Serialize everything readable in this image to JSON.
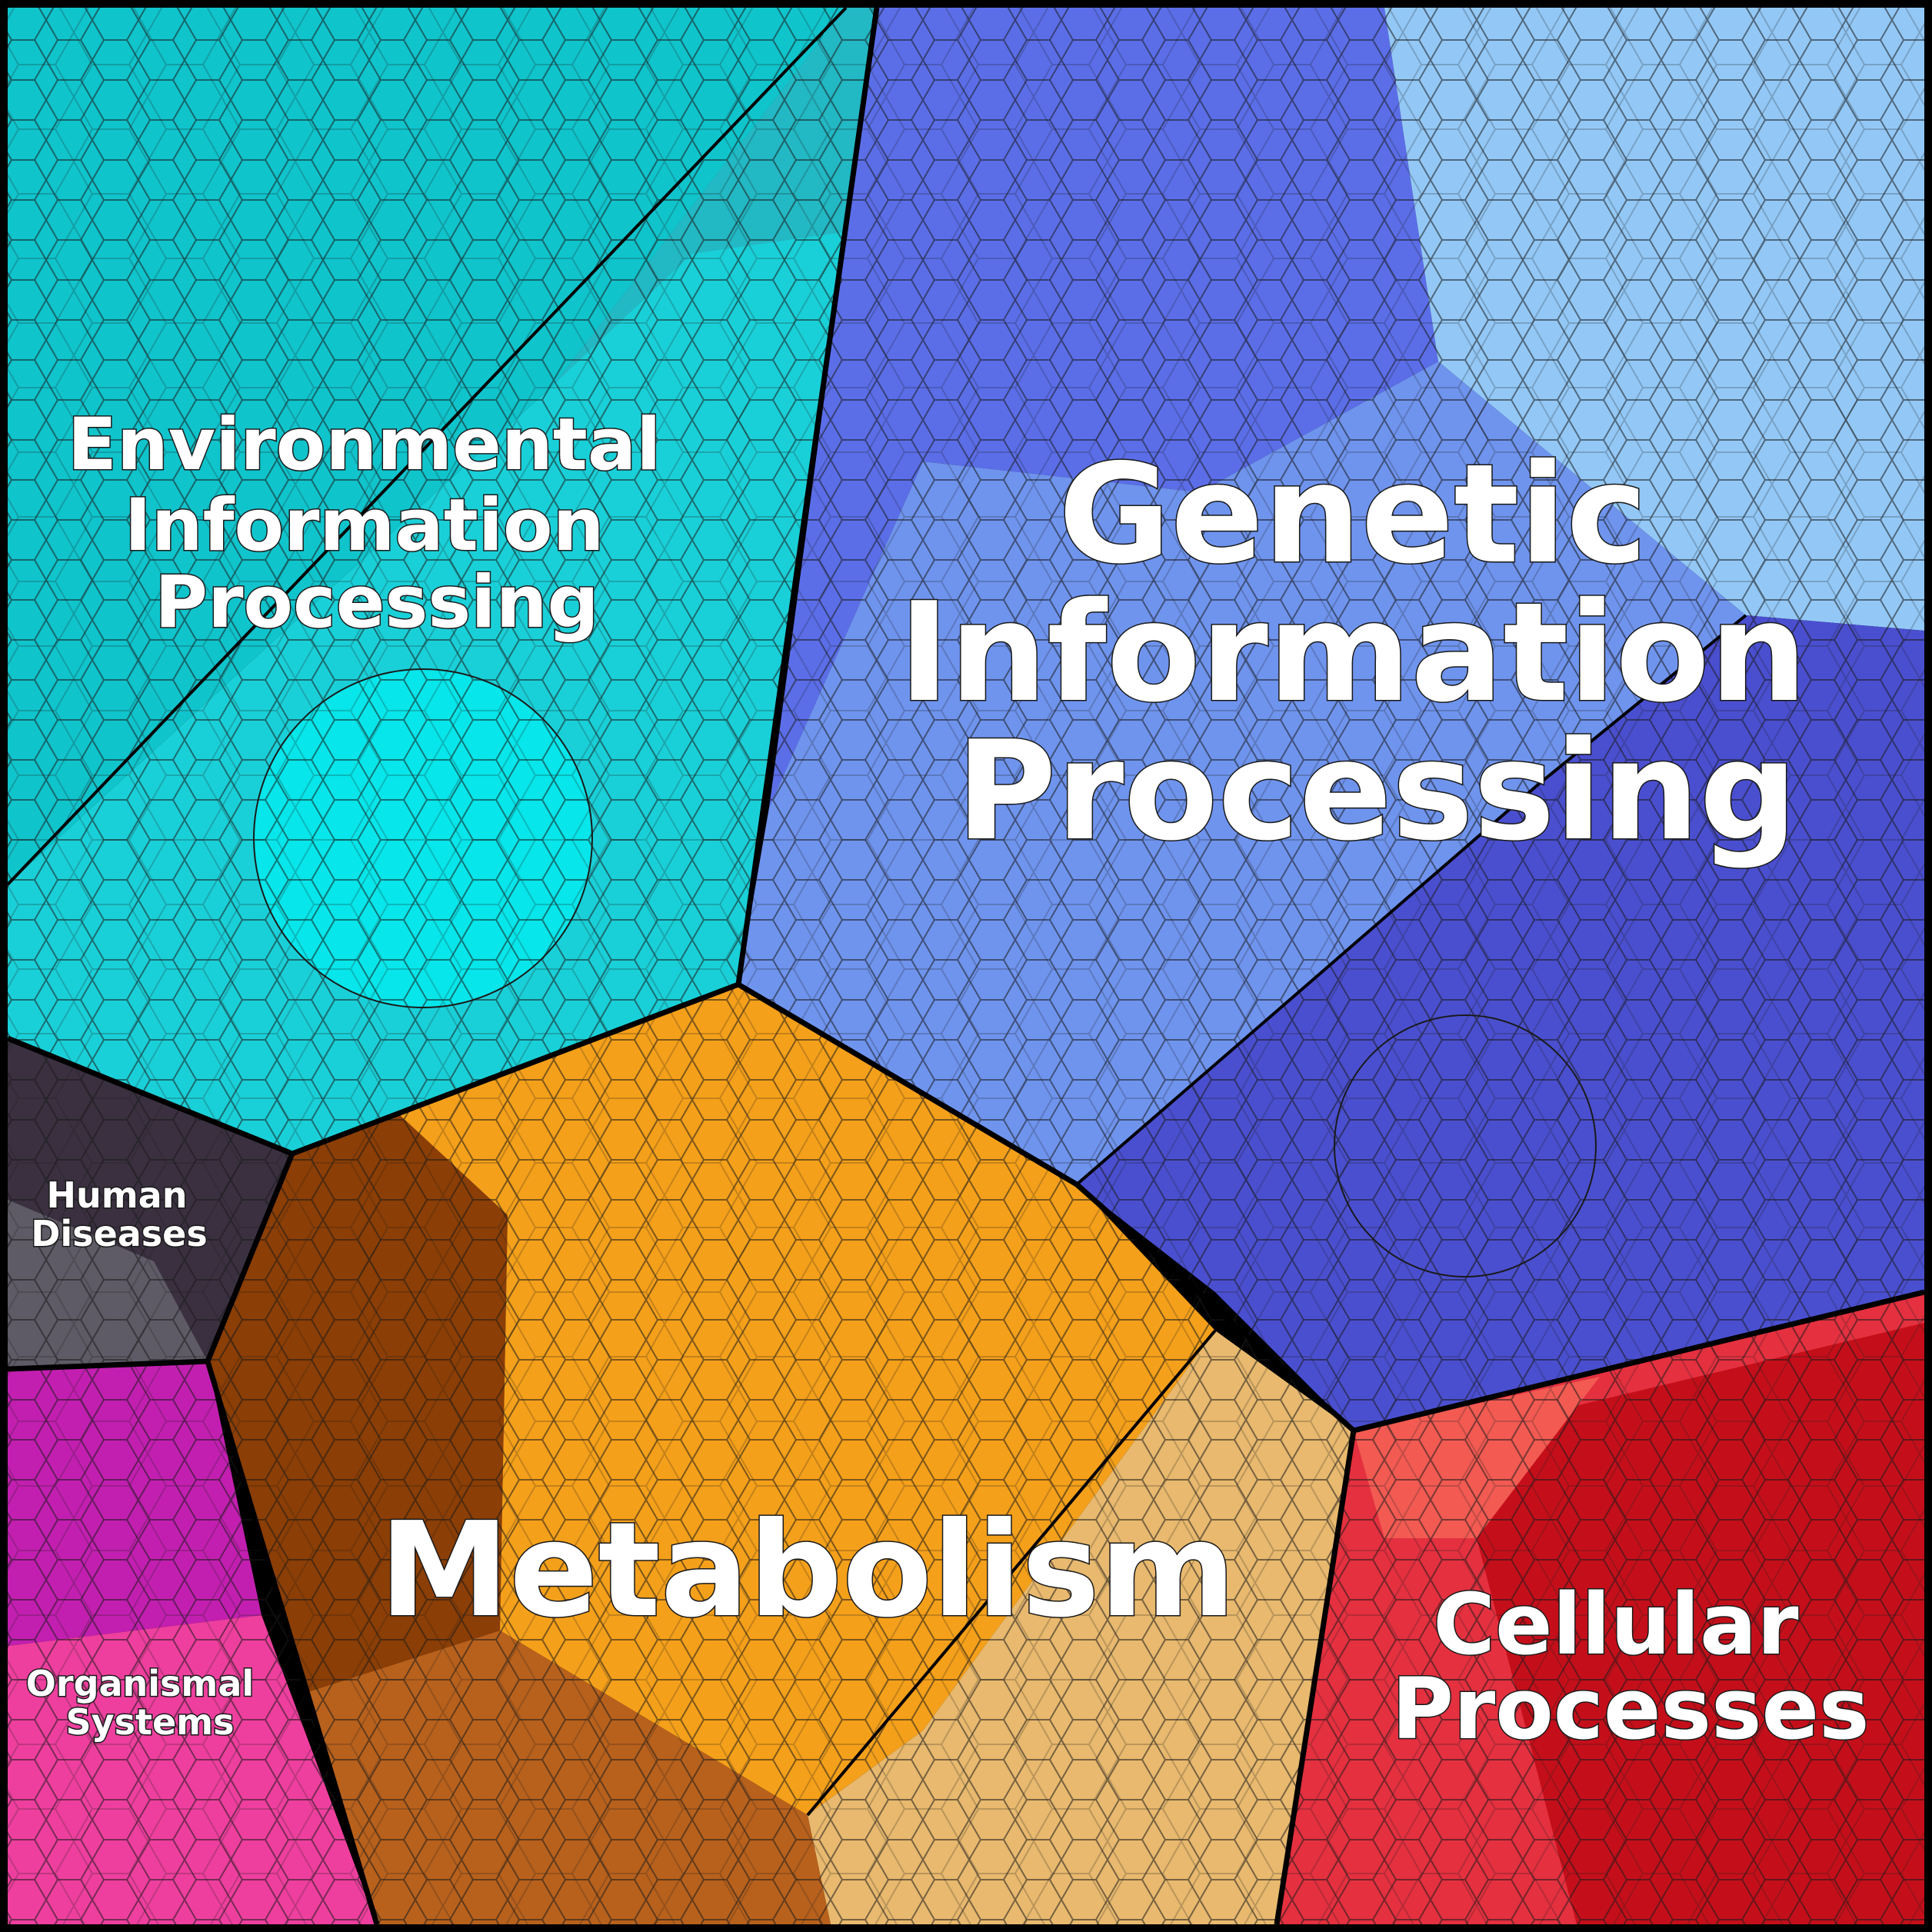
{
  "diagram": {
    "type": "voronoi-treemap",
    "border_color": "#000000",
    "cell_line_color": "#1a1a1a",
    "regions": [
      {
        "id": "environmental",
        "label_lines": [
          "Environmental",
          "Information",
          "Processing"
        ],
        "colors": [
          "#10c4cc",
          "#1ad0d8",
          "#07e6ea",
          "#22b8c4"
        ]
      },
      {
        "id": "genetic",
        "label_lines": [
          "Genetic",
          "Information",
          "Processing"
        ],
        "colors": [
          "#5b6ee8",
          "#6f94ee",
          "#4a4fcf",
          "#93c8f6"
        ]
      },
      {
        "id": "metabolism",
        "label_lines": [
          "Metabolism"
        ],
        "colors": [
          "#8b3e05",
          "#f5a01a",
          "#e8b96e",
          "#b8611c"
        ]
      },
      {
        "id": "cellular",
        "label_lines": [
          "Cellular",
          "Processes"
        ],
        "colors": [
          "#e4303f",
          "#c40f1a",
          "#f25a52"
        ]
      },
      {
        "id": "human_diseases",
        "label_lines": [
          "Human",
          "Diseases"
        ],
        "colors": [
          "#3a3040",
          "#5e5a66",
          "#2e2a33"
        ]
      },
      {
        "id": "organismal",
        "label_lines": [
          "Organismal",
          "Systems"
        ],
        "colors": [
          "#c21fb0",
          "#e62cd6",
          "#ee3f9e"
        ]
      }
    ]
  }
}
